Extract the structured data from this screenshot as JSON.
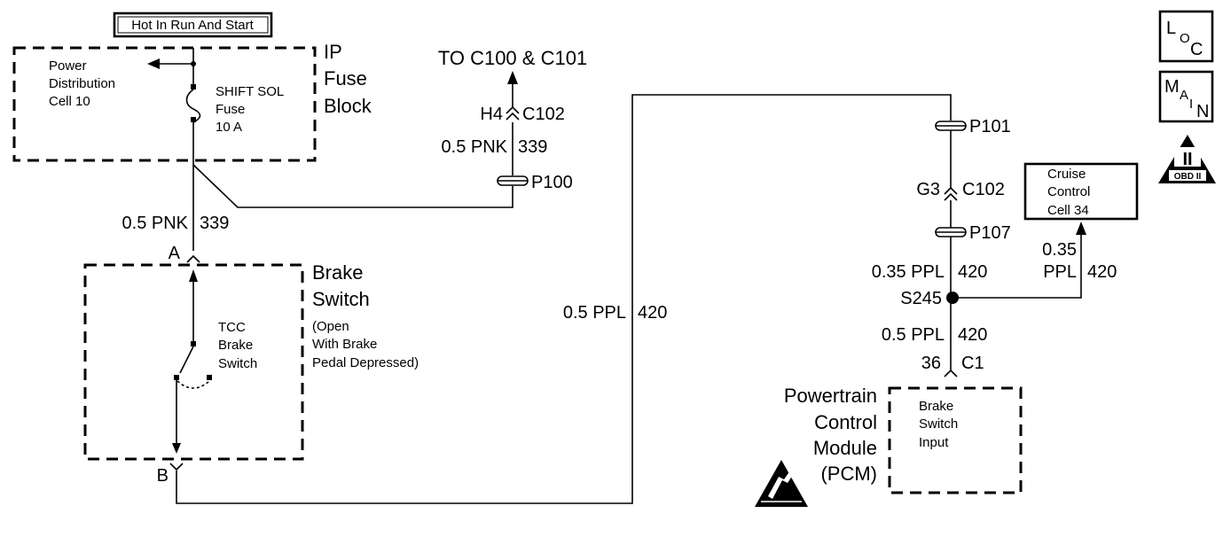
{
  "header_label": "Hot In Run And Start",
  "ip_fuse_block": {
    "lines": [
      "IP",
      "Fuse",
      "Block"
    ]
  },
  "power_distribution": {
    "lines": [
      "Power",
      "Distribution",
      "Cell 10"
    ]
  },
  "fuse": {
    "lines": [
      "SHIFT SOL",
      "Fuse",
      "10 A"
    ]
  },
  "to_connector": "TO C100 & C101",
  "c102_top": {
    "pin": "H4",
    "name": "C102"
  },
  "wire_pnk_right": {
    "gauge": "0.5 PNK",
    "circuit": "339"
  },
  "p100": "P100",
  "wire_pnk_left": {
    "gauge": "0.5 PNK",
    "circuit": "339"
  },
  "brake_switch": {
    "connector_a": "A",
    "connector_b": "B",
    "title_lines": [
      "Brake",
      "Switch"
    ],
    "note_lines": [
      "(Open",
      "With Brake",
      "Pedal Depressed)"
    ],
    "inner_lines": [
      "TCC",
      "Brake",
      "Switch"
    ]
  },
  "wire_ppl_main": {
    "gauge": "0.5 PPL",
    "circuit": "420"
  },
  "p101": "P101",
  "c102_right": {
    "pin": "G3",
    "name": "C102"
  },
  "p107": "P107",
  "wire_ppl_upper": {
    "gauge": "0.35 PPL",
    "circuit": "420"
  },
  "splice": "S245",
  "wire_ppl_lower": {
    "gauge": "0.5 PPL",
    "circuit": "420"
  },
  "c1": {
    "pin": "36",
    "name": "C1"
  },
  "cruise": {
    "lines": [
      "Cruise",
      "Control",
      "Cell 34"
    ]
  },
  "wire_cruise": {
    "gauge_lines": [
      "0.35",
      "PPL"
    ],
    "circuit": "420"
  },
  "pcm": {
    "title_lines": [
      "Powertrain",
      "Control",
      "Module",
      "(PCM)"
    ],
    "inner_lines": [
      "Brake",
      "Switch",
      "Input"
    ]
  },
  "loc_icon": {
    "big1": "L",
    "small": "O",
    "big2": "C"
  },
  "main_icon": {
    "big1": "M",
    "small1": "A",
    "small2": "I",
    "big2": "N"
  },
  "obd_icon": {
    "roman": "II",
    "label": "OBD II"
  },
  "esd_icon": "esd-warning-icon"
}
